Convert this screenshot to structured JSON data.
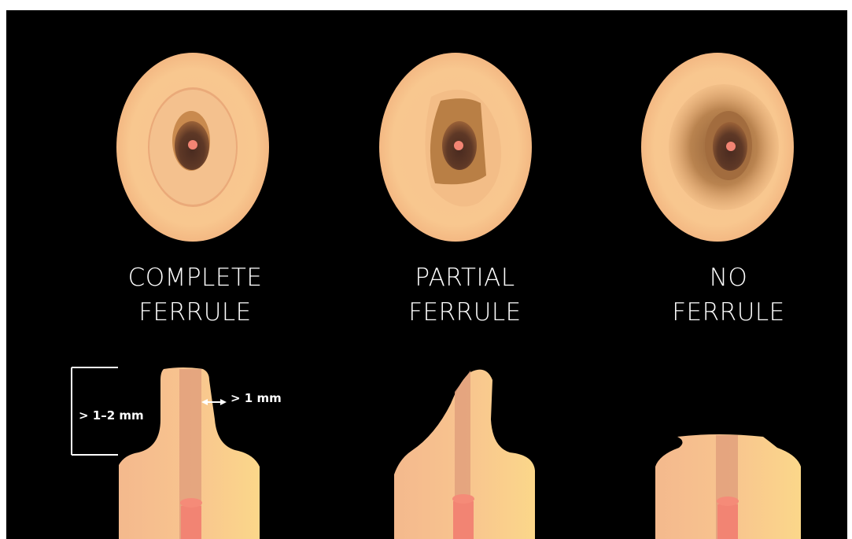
{
  "panels": [
    {
      "line1": "COMPLETE",
      "line2": "FERRULE"
    },
    {
      "line1": "PARTIAL",
      "line2": "FERRULE"
    },
    {
      "line1": "NO",
      "line2": "FERRULE"
    }
  ],
  "dimensions": {
    "height": "> 1–2 mm",
    "width": "> 1 mm"
  },
  "colors": {
    "background": "#000000",
    "tooth_light": "#f6c08e",
    "tooth_dark": "#fbd587",
    "canal": "#3d241b",
    "post": "#f28473",
    "label": "#ffffff"
  }
}
